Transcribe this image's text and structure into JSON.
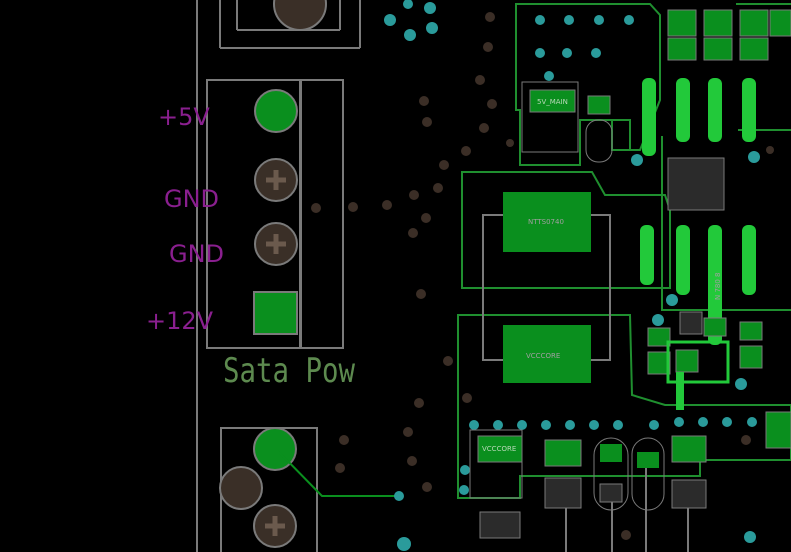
{
  "power_labels": {
    "p5v": "+5V",
    "gnd1": "GND",
    "gnd2": "GND",
    "p12v": "+12V"
  },
  "silkscreen": {
    "connector_label": "Sata Pow"
  },
  "component_labels": {
    "top_small": "5V_MAIN",
    "big_upper": "NTTS0740",
    "big_lower": "VCCCORE",
    "small_lower_left": "VCCCORE",
    "vertical_1": "N 780 8"
  },
  "colors": {
    "background": "#000000",
    "copper_green": "#0a8f1e",
    "bright_trace": "#22c93a",
    "via_teal": "#2a9b9b",
    "via_brown": "#3b2e26",
    "outline": "#7a7a7a",
    "power_text": "#8a1f8f",
    "silk_text": "#5d8a4f"
  }
}
